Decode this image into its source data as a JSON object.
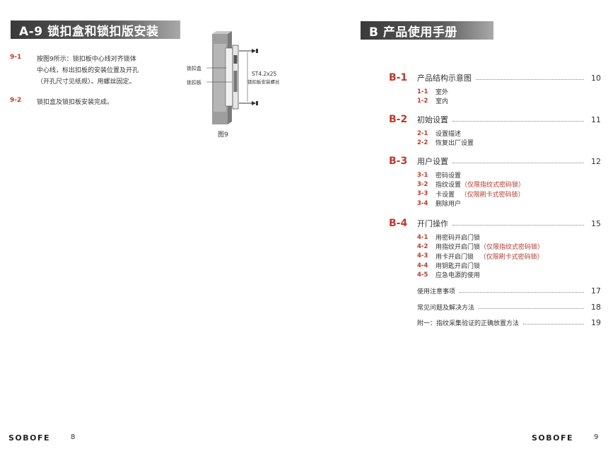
{
  "left_page": {
    "banner": "A-9  锁扣盒和锁扣版安装",
    "steps": [
      {
        "num": "9-1",
        "text": "按图9所示：锁扣板中心线对齐锁体\n中心线，标出扣板的安装位置及开孔\n（开孔尺寸见纸规）。用螺丝固定。"
      },
      {
        "num": "9-2",
        "text": "锁扣盒及锁扣板安装完成。"
      }
    ],
    "figure": {
      "label_box": "锁扣盒",
      "label_plate": "锁扣板",
      "screw_spec": "ST4.2x25",
      "screw_desc": "锁扣板安装螺丝",
      "caption": "图9"
    },
    "brand": "SOBOFE",
    "page_number": "8"
  },
  "right_page": {
    "banner": "B  产品使用手册",
    "toc": [
      {
        "code": "B-1",
        "title": "产品结构示意图",
        "page": "10",
        "subs": [
          {
            "num": "1-1",
            "label": "室外",
            "note": ""
          },
          {
            "num": "1-2",
            "label": "室内",
            "note": ""
          }
        ]
      },
      {
        "code": "B-2",
        "title": "初始设置",
        "page": "11",
        "subs": [
          {
            "num": "2-1",
            "label": "设置描述",
            "note": ""
          },
          {
            "num": "2-2",
            "label": "恢复出厂设置",
            "note": ""
          }
        ]
      },
      {
        "code": "B-3",
        "title": "用户设置",
        "page": "12",
        "subs": [
          {
            "num": "3-1",
            "label": "密码设置",
            "note": ""
          },
          {
            "num": "3-2",
            "label": "指纹设置",
            "note": "（仅限指纹式密码锁）"
          },
          {
            "num": "3-3",
            "label": "卡设置",
            "note": "   （仅限刷卡式密码锁）"
          },
          {
            "num": "3-4",
            "label": "删除用户",
            "note": ""
          }
        ]
      },
      {
        "code": "B-4",
        "title": "开门操作",
        "page": "15",
        "subs": [
          {
            "num": "4-1",
            "label": "用密码开启门锁",
            "note": ""
          },
          {
            "num": "4-2",
            "label": "用指纹开启门锁",
            "note": "（仅限指纹式密码锁）"
          },
          {
            "num": "4-3",
            "label": "用卡开启门锁",
            "note": "   （仅限刷卡式密码锁）"
          },
          {
            "num": "4-4",
            "label": "用钥匙开启门锁",
            "note": ""
          },
          {
            "num": "4-5",
            "label": "应急电源的使用",
            "note": ""
          }
        ]
      }
    ],
    "misc": [
      {
        "label": "使用注意事项",
        "page": "17"
      },
      {
        "label": "常见问题及解决方法",
        "page": "18"
      },
      {
        "label": "附一：指纹采集验证的正确放置方法",
        "page": "19"
      }
    ],
    "brand": "SOBOFE",
    "page_number": "9"
  },
  "colors": {
    "accent": "#c0392b",
    "banner_dark": "#3a3a3a",
    "text": "#333333"
  },
  "icons": [
    "screw-icon"
  ]
}
